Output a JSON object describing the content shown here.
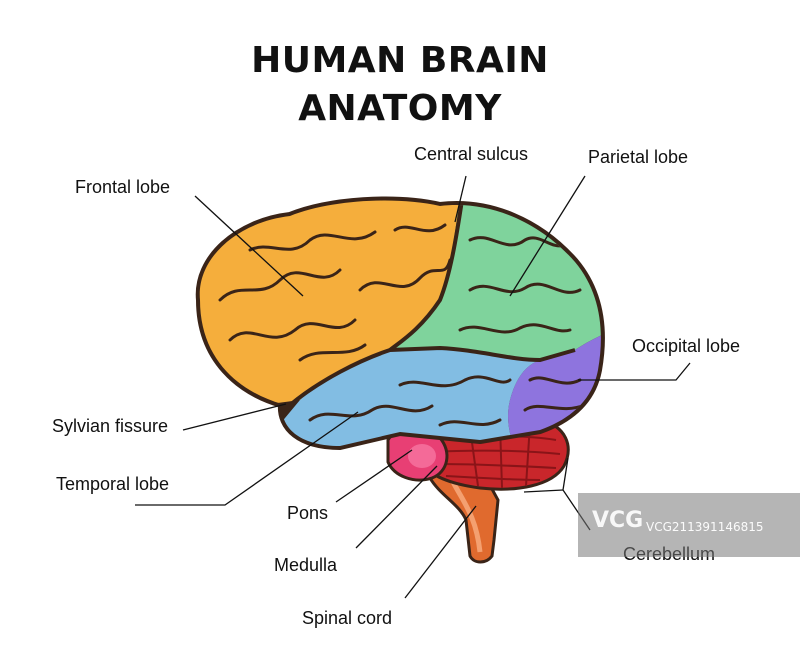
{
  "title": {
    "line1": "HUMAN BRAIN",
    "line2": "ANATOMY"
  },
  "labels": {
    "central_sulcus": "Central sulcus",
    "parietal_lobe": "Parietal lobe",
    "frontal_lobe": "Frontal lobe",
    "occipital_lobe": "Occipital lobe",
    "sylvian_fissure": "Sylvian fissure",
    "temporal_lobe": "Temporal lobe",
    "pons": "Pons",
    "medulla": "Medulla",
    "cerebellum": "Cerebellum",
    "spinal_cord": "Spinal cord"
  },
  "watermark": {
    "logo": "VCG",
    "text": "VCG211391146815"
  },
  "colors": {
    "frontal": "#f5ae3c",
    "parietal": "#7fd39c",
    "occipital": "#8e74de",
    "temporal": "#82bde3",
    "cerebellum": "#c9262b",
    "pons": "#e83f74",
    "spinal": "#e06a2e",
    "outline": "#3a2418"
  }
}
